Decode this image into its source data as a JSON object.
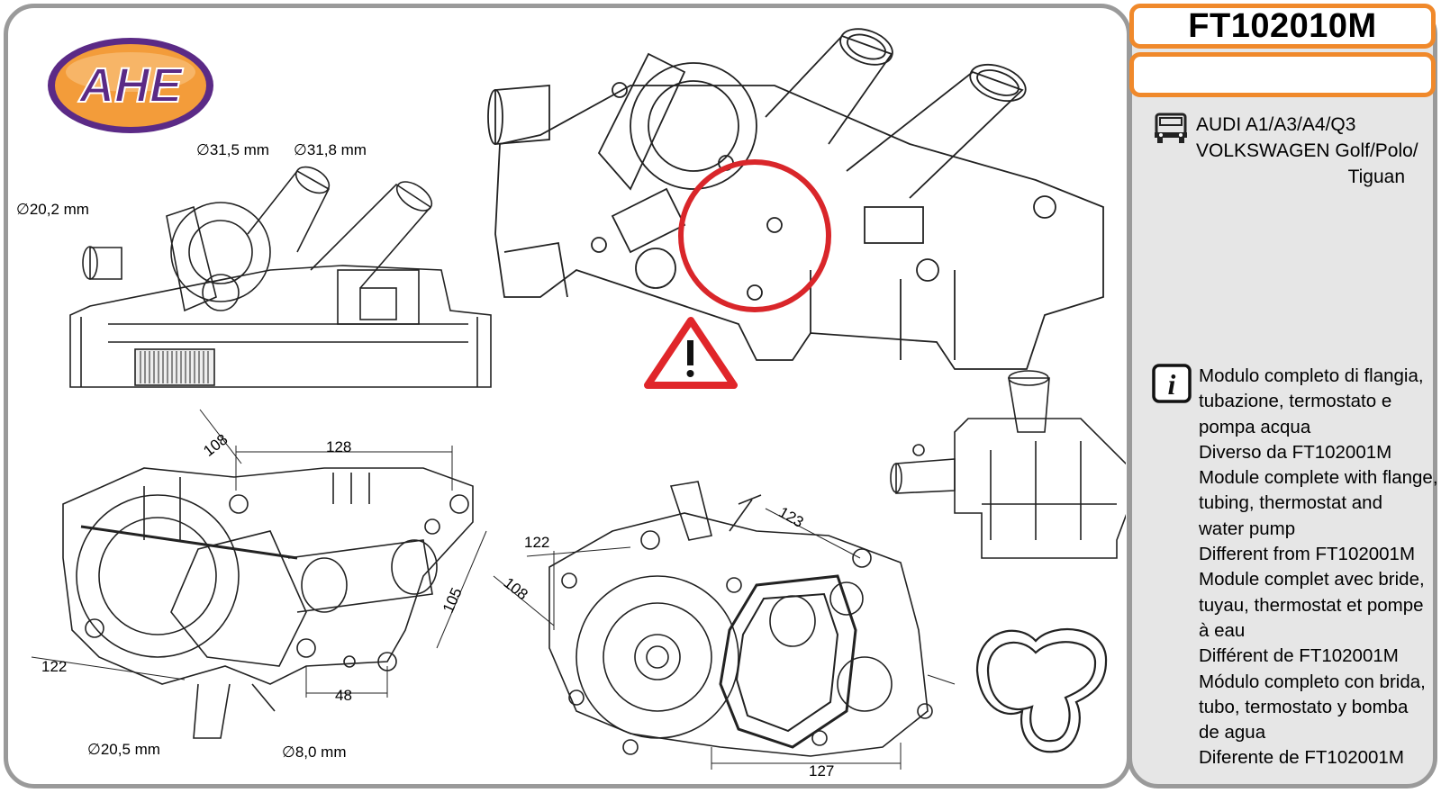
{
  "logo": {
    "text": "AHE",
    "purple": "#5b2a86",
    "orange": "#f39c3a"
  },
  "product": {
    "code": "FT102010M",
    "secondary_code": ""
  },
  "applications": {
    "icon": "car-front-icon",
    "line1": "AUDI A1/A3/A4/Q3",
    "line2": "VOLKSWAGEN Golf/Polo/",
    "line3": "Tiguan"
  },
  "description": {
    "icon": "info-icon",
    "lines": [
      "Modulo completo di flangia,",
      "tubazione, termostato e",
      "pompa acqua",
      "Diverso da FT102001M",
      "Module complete with flange,",
      "tubing, thermostat and",
      "water pump",
      "Different from  FT102001M",
      "Module complet avec bride,",
      "tuyau, thermostat et pompe",
      "à eau",
      "Différent de FT102001M",
      "Módulo completo con brida,",
      "tubo, termostato y bomba",
      "de agua",
      "Diferente de FT102001M"
    ]
  },
  "dimensions": {
    "d_20_2": "20,2 mm",
    "d_31_5": "31,5 mm",
    "d_31_8": "31,8 mm",
    "d_20_5": "20,5 mm",
    "d_8_0": "8,0 mm",
    "top_108": "108",
    "top_128": "128",
    "right_105": "105",
    "left_122": "122",
    "bottom_48": "48",
    "rear_122": "122",
    "rear_108": "108",
    "rear_123": "123",
    "rear_127": "127",
    "diameter_symbol": "∅"
  },
  "colors": {
    "accent_orange": "#f0892b",
    "panel_grey": "#e6e6e6",
    "border_grey": "#9a9a9a",
    "warning_red": "#e0262a",
    "highlight_red": "#d9262a"
  }
}
